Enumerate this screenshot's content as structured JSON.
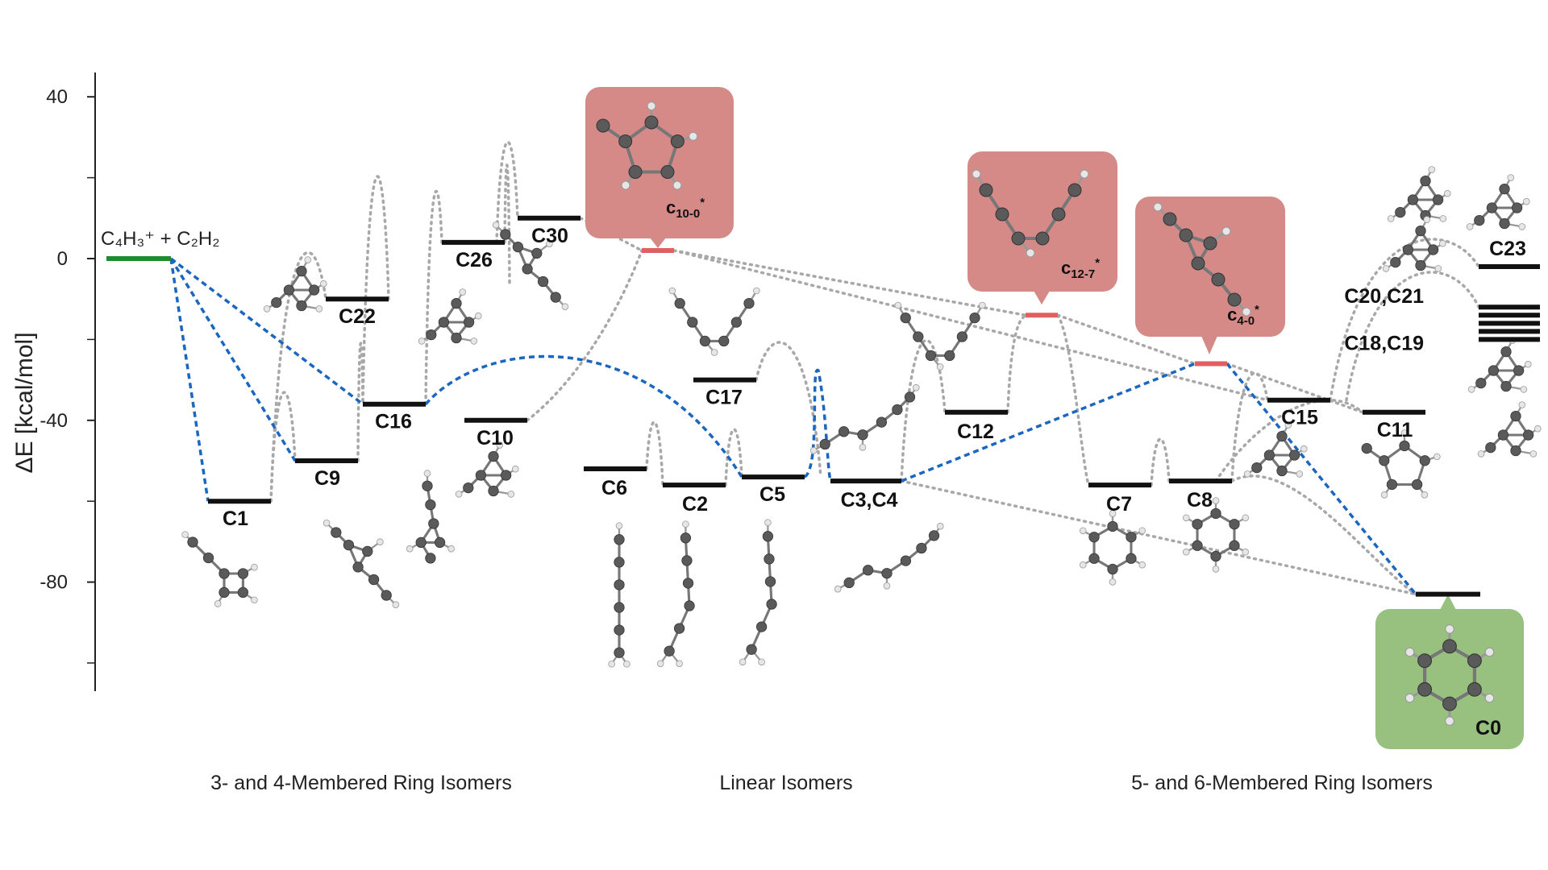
{
  "axis": {
    "title": "ΔE [kcal/mol]",
    "ticks": [
      40,
      0,
      -40,
      -80
    ],
    "range": [
      -106,
      46
    ]
  },
  "colors": {
    "level": "#111111",
    "reactant": "#1e8c2e",
    "transient": "#e06060",
    "blue_path": "#1a66c0",
    "grey_path": "#a8a8a8",
    "callout_red": "#d58a88",
    "callout_green": "#98c07f"
  },
  "reactant": {
    "label_main": "C₄H₃⁺ + C₂H₂",
    "energy": 0
  },
  "levels": [
    {
      "id": "C1",
      "energy": -60
    },
    {
      "id": "C9",
      "energy": -50
    },
    {
      "id": "C22",
      "energy": -10
    },
    {
      "id": "C16",
      "energy": -36
    },
    {
      "id": "C26",
      "energy": 4
    },
    {
      "id": "C10",
      "energy": -40
    },
    {
      "id": "C30",
      "energy": 10
    },
    {
      "id": "C6",
      "energy": -52
    },
    {
      "id": "C17",
      "energy": -30
    },
    {
      "id": "C2",
      "energy": -56
    },
    {
      "id": "C5",
      "energy": -54
    },
    {
      "id": "C3,C4",
      "energy": -55
    },
    {
      "id": "C12",
      "energy": -38
    },
    {
      "id": "C7",
      "energy": -56
    },
    {
      "id": "C8",
      "energy": -55
    },
    {
      "id": "C15",
      "energy": -35
    },
    {
      "id": "C11",
      "energy": -38
    },
    {
      "id": "C23",
      "energy": -2
    },
    {
      "id": "C20,C21",
      "energy": -12
    },
    {
      "id": "C18,C19",
      "energy": -18
    },
    {
      "id": "C0",
      "energy": -83
    }
  ],
  "transients": [
    {
      "id": "c10-0",
      "main": "c",
      "sub": "10-0",
      "sup": "*",
      "energy": 2
    },
    {
      "id": "c12-7",
      "main": "c",
      "sub": "12-7",
      "sup": "*",
      "energy": -14
    },
    {
      "id": "c4-0",
      "main": "c",
      "sub": "4-0",
      "sup": "*",
      "energy": -26
    }
  ],
  "sections": [
    {
      "label": "3- and 4-Membered Ring Isomers"
    },
    {
      "label": "Linear Isomers"
    },
    {
      "label": "5- and 6-Membered Ring Isomers"
    }
  ]
}
